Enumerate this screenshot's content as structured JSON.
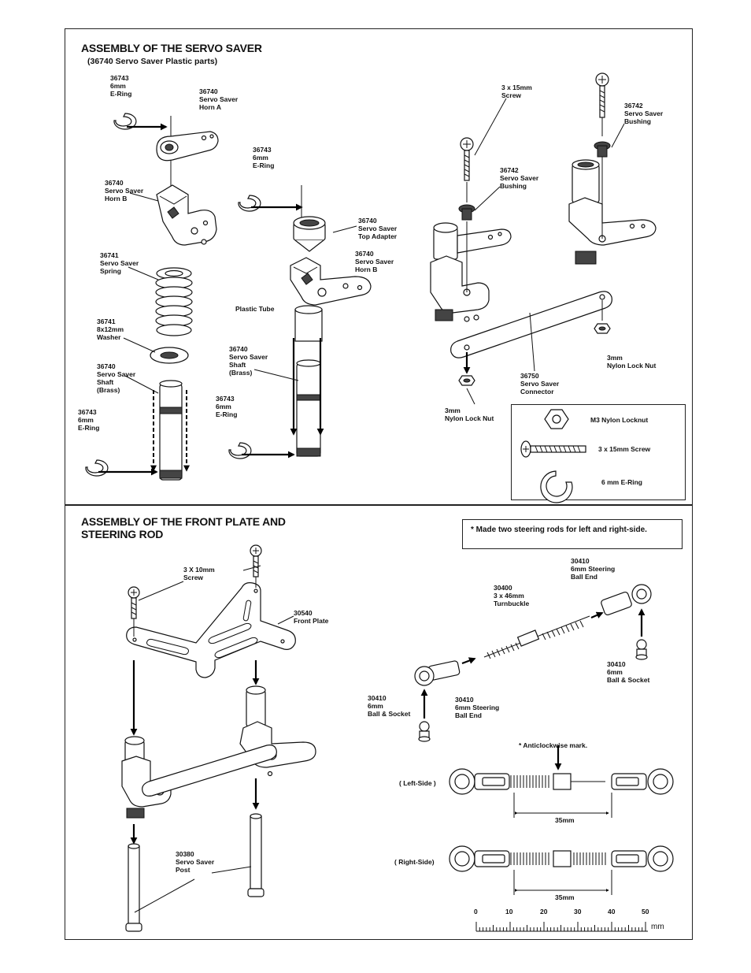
{
  "section1": {
    "title": "ASSEMBLY OF THE SERVO SAVER",
    "subtitle": "(36740 Servo Saver Plastic parts)",
    "labels": {
      "eringTop": "36743\n6mm\nE-Ring",
      "hornA": "36740\nServo Saver\nHorn A",
      "hornB": "36740\nServo Saver\nHorn B",
      "spring": "36741\nServo Saver\nSpring",
      "washer": "36741\n8x12mm\nWasher",
      "shaftBrass": "36740\nServo Saver\nShaft\n(Brass)",
      "eringBottom": "36743\n6mm\nE-Ring",
      "eringMid": "36743\n6mm\nE-Ring",
      "topAdapter": "36740\nServo Saver\nTop Adapter",
      "hornB2": "36740\nServo Saver\nHorn B",
      "plasticTube": "Plastic Tube",
      "shaftBrass2": "36740\nServo Saver\nShaft\n(Brass)",
      "eringMid2": "36743\n6mm\nE-Ring",
      "screw3x15": "3 x 15mm\nScrew",
      "bushing1": "36742\nServo Saver\nBushing",
      "bushing2": "36742\nServo Saver\nBushing",
      "nut1": "3mm\nNylon Lock Nut",
      "nut2": "3mm\nNylon Lock Nut",
      "connector": "36750\nServo Saver\nConnector"
    },
    "legend": {
      "locknut": "M3 Nylon Locknut",
      "screw": "3 x 15mm Screw",
      "ering": "6 mm E-Ring"
    }
  },
  "section2": {
    "title_line1": "ASSEMBLY OF THE FRONT PLATE AND",
    "title_line2": "STEERING ROD",
    "note": "* Made two steering rods for left and right-side.",
    "labels": {
      "screw3x10": "3 X 10mm\nScrew",
      "frontPlate": "30540\nFront Plate",
      "post": "30380\nServo Saver\nPost",
      "ballEndTop": "30410\n6mm Steering\nBall End",
      "turnbuckle": "30400\n3 x 46mm\nTurnbuckle",
      "ballSocketRight": "30410\n6mm\nBall & Socket",
      "ballSocketLeft": "30410\n6mm\nBall & Socket",
      "ballEndBottom": "30410\n6mm Steering\nBall End",
      "anticlockwise": "* Anticlockwise mark.",
      "leftSide": "( Left-Side )",
      "rightSide": "( Right-Side)",
      "dim1": "35mm",
      "dim2": "35mm"
    },
    "ruler": {
      "ticks": [
        "0",
        "10",
        "20",
        "30",
        "40",
        "50"
      ],
      "unit": "mm"
    }
  }
}
